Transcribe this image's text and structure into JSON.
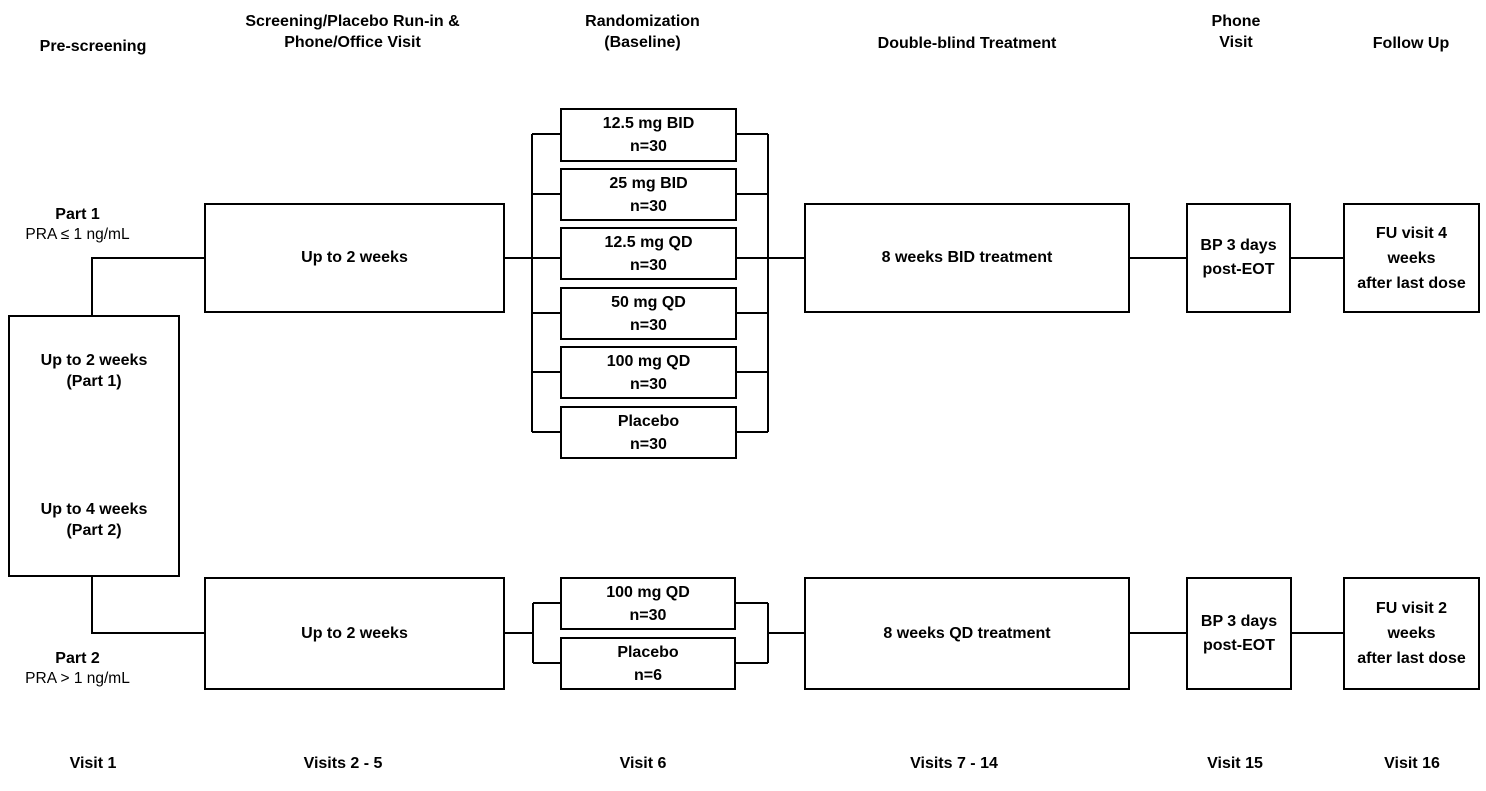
{
  "columns": [
    {
      "id": "pre-screening",
      "header": "Pre-screening",
      "visit_label": "Visit 1"
    },
    {
      "id": "screening-run-in",
      "header": "Screening/Placebo Run-in &\nPhone/Office Visit",
      "visit_label": "Visits 2 - 5"
    },
    {
      "id": "randomization",
      "header": "Randomization\n(Baseline)",
      "visit_label": "Visit 6"
    },
    {
      "id": "double-blind-treatment",
      "header": "Double-blind Treatment",
      "visit_label": "Visits 7 - 14"
    },
    {
      "id": "phone-visit",
      "header": "Phone\nVisit",
      "visit_label": "Visit 15"
    },
    {
      "id": "follow-up",
      "header": "Follow Up",
      "visit_label": "Visit 16"
    }
  ],
  "pre_screening_box": {
    "part1_duration": "Up to 2 weeks\n(Part 1)",
    "part2_duration": "Up to 4 weeks\n(Part 2)"
  },
  "part1": {
    "label": "Part 1",
    "criteria": "PRA ≤ 1 ng/mL",
    "screening": "Up to 2 weeks",
    "arms": [
      {
        "dose": "12.5 mg BID",
        "n": "n=30"
      },
      {
        "dose": "25 mg BID",
        "n": "n=30"
      },
      {
        "dose": "12.5 mg QD",
        "n": "n=30"
      },
      {
        "dose": "50 mg QD",
        "n": "n=30"
      },
      {
        "dose": "100 mg QD",
        "n": "n=30"
      },
      {
        "dose": "Placebo",
        "n": "n=30"
      }
    ],
    "treatment": "8 weeks BID treatment",
    "phone": "BP 3 days\npost-EOT",
    "follow_up": "FU visit 4\nweeks\nafter last dose"
  },
  "part2": {
    "label": "Part 2",
    "criteria": "PRA > 1 ng/mL",
    "screening": "Up to 2 weeks",
    "arms": [
      {
        "dose": "100 mg QD",
        "n": "n=30"
      },
      {
        "dose": "Placebo",
        "n": "n=6"
      }
    ],
    "treatment": "8 weeks QD treatment",
    "phone": "BP 3 days\npost-EOT",
    "follow_up": "FU visit 2\nweeks\nafter last dose"
  },
  "colors": {
    "line": "#000000",
    "box_border": "#000000",
    "text": "#000000",
    "background": "#ffffff"
  }
}
